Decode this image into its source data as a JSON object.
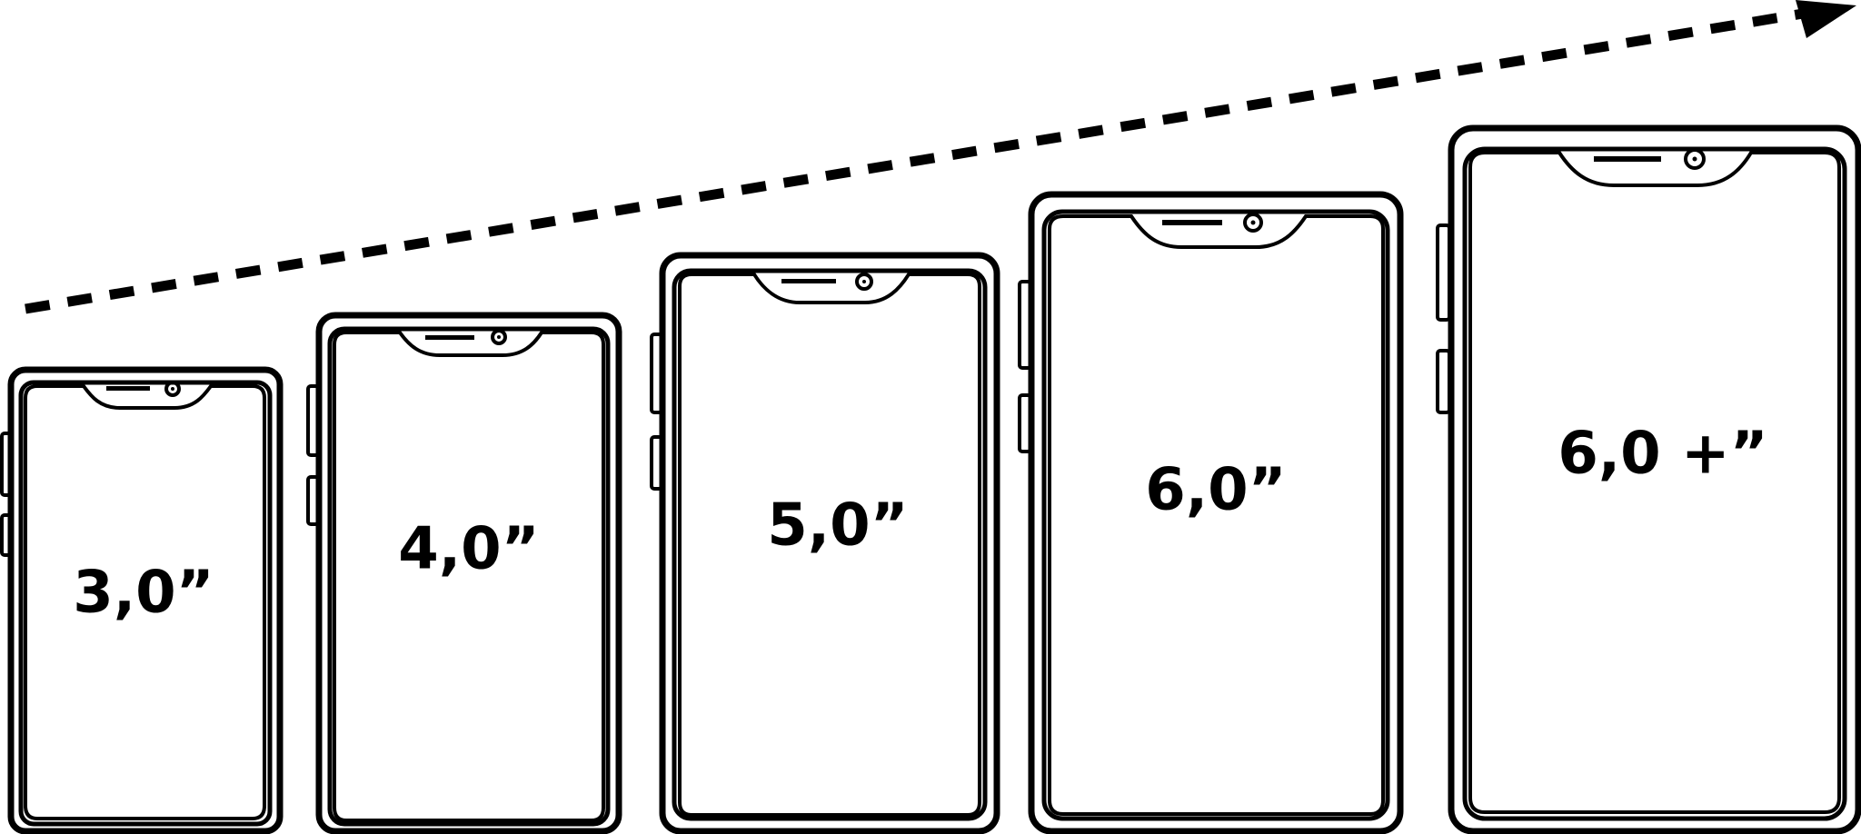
{
  "devices": [
    {
      "label": "3,0”"
    },
    {
      "label": "4,0”"
    },
    {
      "label": "5,0”"
    },
    {
      "label": "6,0”"
    },
    {
      "label": "6,0 +”"
    }
  ],
  "style": {
    "stroke": "#000000",
    "background": "#ffffff"
  },
  "icons": {
    "trend_arrow": "dashed-arrow-up-right-icon",
    "phone": "smartphone-outline-icon"
  }
}
